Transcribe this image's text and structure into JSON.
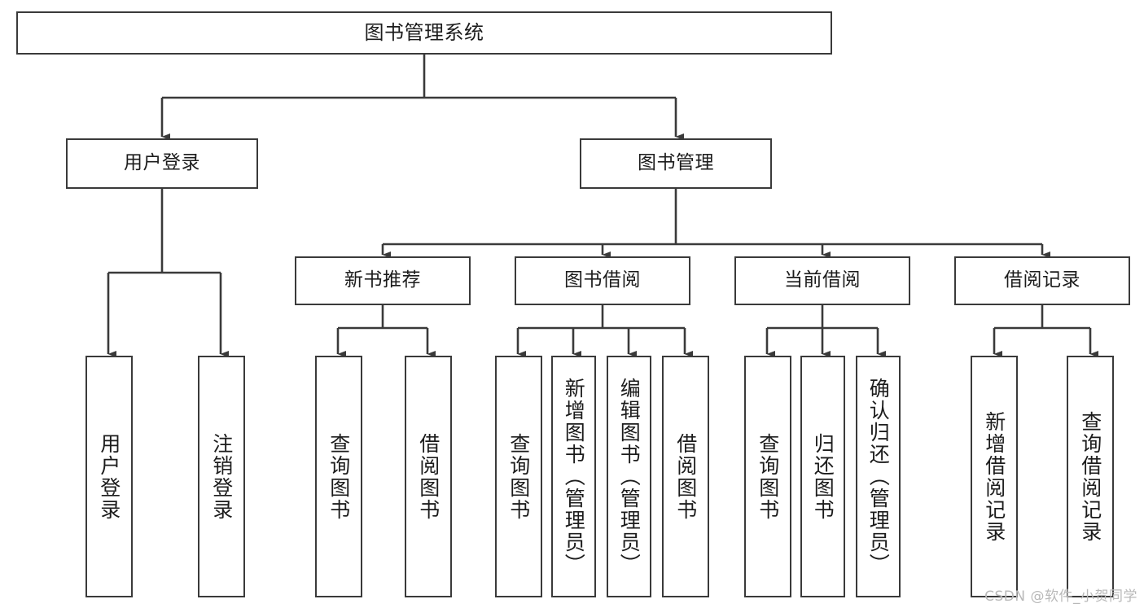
{
  "diagram": {
    "title": "图书管理系统",
    "type": "hierarchy-tree",
    "watermark": "CSDN @软件_小贺同学",
    "accent_color": "#3a3a3a",
    "background_color": "#ffffff",
    "levels": {
      "root": {
        "label": "图书管理系统"
      },
      "level2": [
        {
          "label": "用户登录"
        },
        {
          "label": "图书管理"
        }
      ],
      "level3": [
        {
          "label": "新书推荐"
        },
        {
          "label": "图书借阅"
        },
        {
          "label": "当前借阅"
        },
        {
          "label": "借阅记录"
        }
      ],
      "leaves": {
        "user_login": [
          {
            "label": "用户登录"
          },
          {
            "label": "注销登录"
          }
        ],
        "new_book_recommend": [
          {
            "label": "查询图书"
          },
          {
            "label": "借阅图书"
          }
        ],
        "book_borrow": [
          {
            "label": "查询图书"
          },
          {
            "label": "新增图书（管理员）"
          },
          {
            "label": "编辑图书（管理员）"
          },
          {
            "label": "借阅图书"
          }
        ],
        "current_borrow": [
          {
            "label": "查询图书"
          },
          {
            "label": "归还图书"
          },
          {
            "label": "确认归还（管理员）"
          }
        ],
        "borrow_record": [
          {
            "label": "新增借阅记录"
          },
          {
            "label": "查询借阅记录"
          }
        ]
      }
    }
  }
}
